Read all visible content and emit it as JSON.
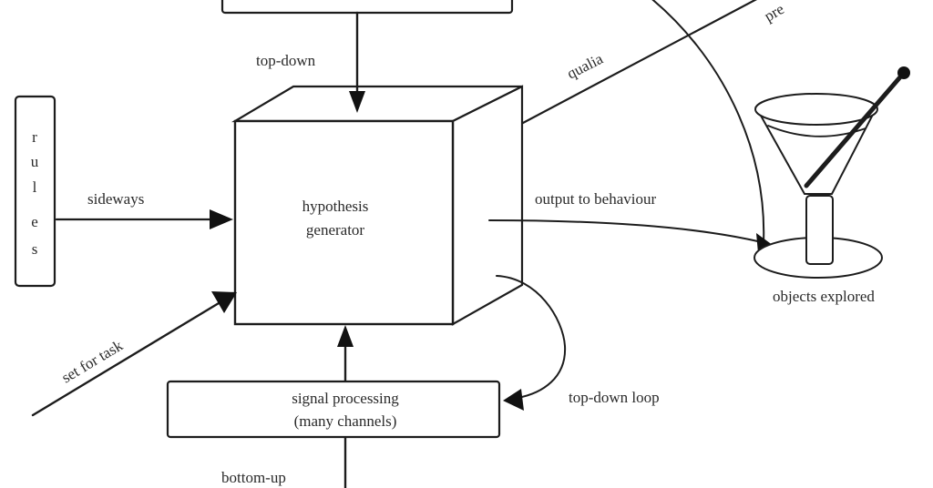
{
  "diagram": {
    "title": "Hypothesis generator model of perception",
    "nodes": {
      "top_box": {
        "label": ""
      },
      "rules": {
        "letters": [
          "r",
          "u",
          "l",
          "e",
          "s"
        ]
      },
      "hypothesis_generator": {
        "line1": "hypothesis",
        "line2": "generator"
      },
      "signal_processing": {
        "line1": "signal processing",
        "line2": "(many channels)"
      },
      "objects_explored": {
        "label": "objects explored"
      }
    },
    "edges": {
      "top_down": "top-down",
      "sideways": "sideways",
      "set_for_task": "set for task",
      "qualia": "qualia",
      "present": "pre",
      "output_to_behaviour": "output to behaviour",
      "top_down_loop": "top-down loop",
      "bottom_up": "bottom-up"
    },
    "colors": {
      "ink": "#1c1c1c",
      "background": "#ffffff"
    }
  }
}
